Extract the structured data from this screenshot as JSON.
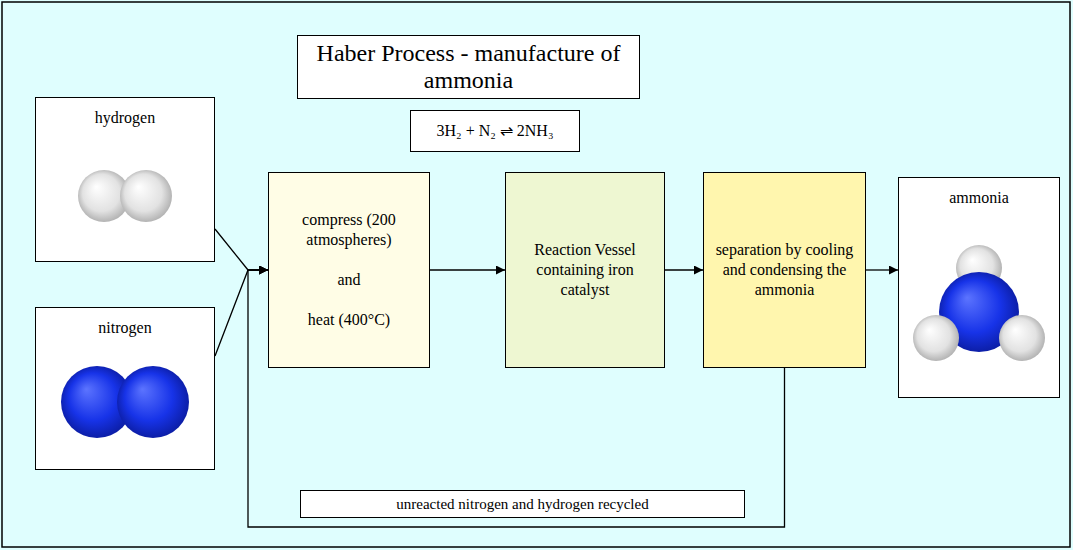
{
  "diagram": {
    "title": "Haber Process - manufacture of ammonia",
    "nodes": [
      {
        "text": [
          "3H₂ + N₂ ⇌ 2NH₃"
        ]
      },
      {
        "text": [
          "hydrogen"
        ]
      },
      {
        "text": [
          "nitrogen"
        ]
      },
      {
        "text": [
          "compress (200 atmospheres)",
          "and",
          "heat (400°C)"
        ]
      },
      {
        "text": [
          "Reaction Vessel containing iron catalyst"
        ]
      },
      {
        "text": [
          "separation by cooling and condensing the ammonia"
        ]
      },
      {
        "text": [
          "ammonia"
        ]
      }
    ],
    "edges": [
      {
        "from": 1,
        "to": 3,
        "arrow": "to"
      },
      {
        "from": 2,
        "to": 3,
        "arrow": "to"
      },
      {
        "from": 3,
        "to": 4,
        "arrow": "to"
      },
      {
        "from": 4,
        "to": 5,
        "arrow": "to"
      },
      {
        "from": 5,
        "to": 6,
        "arrow": "to"
      },
      {
        "from": 5,
        "to": 3,
        "arrow": "to",
        "label": "unreacted nitrogen and hydrogen recycled"
      }
    ]
  }
}
